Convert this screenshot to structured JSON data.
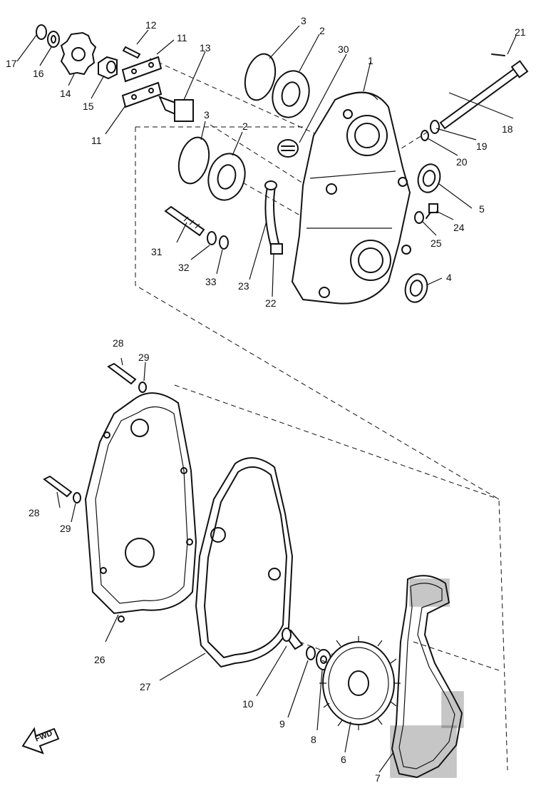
{
  "callouts": {
    "p1": "1",
    "p2a": "2",
    "p2b": "2",
    "p3a": "3",
    "p3b": "3",
    "p4": "4",
    "p5": "5",
    "p6": "6",
    "p7": "7",
    "p8": "8",
    "p9": "9",
    "p10": "10",
    "p11a": "11",
    "p11b": "11",
    "p12": "12",
    "p13": "13",
    "p14": "14",
    "p15": "15",
    "p16": "16",
    "p17": "17",
    "p18": "18",
    "p19": "19",
    "p20": "20",
    "p21": "21",
    "p22": "22",
    "p23": "23",
    "p24": "24",
    "p25": "25",
    "p26": "26",
    "p27": "27",
    "p28a": "28",
    "p28b": "28",
    "p29a": "29",
    "p29b": "29",
    "p30": "30",
    "p31": "31",
    "p32": "32",
    "p33": "33"
  },
  "fwd_label": "FWD"
}
